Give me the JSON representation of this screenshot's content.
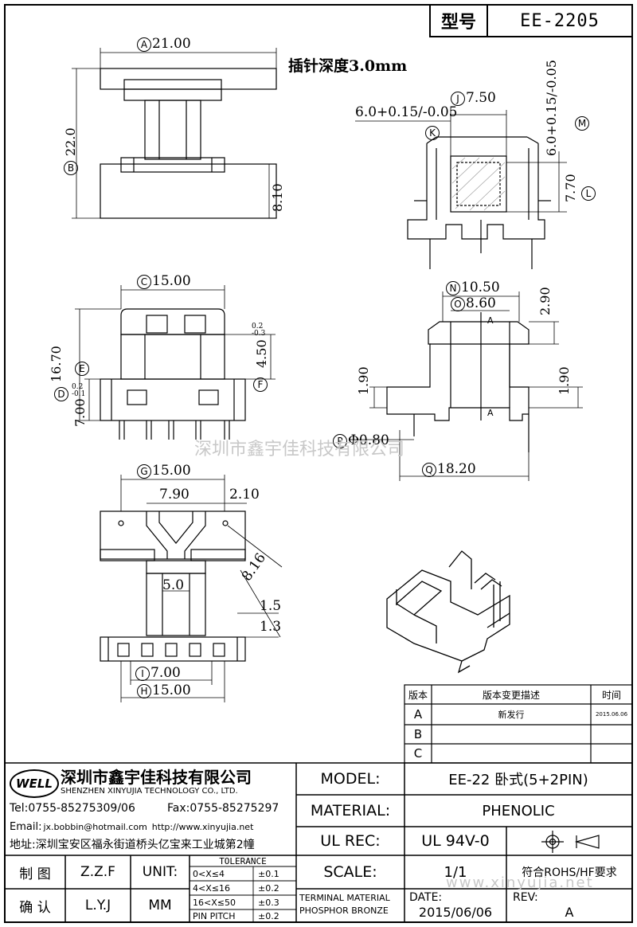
{
  "header": {
    "model_label": "型号",
    "model_value": "EE-2205"
  },
  "note": "插针深度3.0mm",
  "dims": {
    "A": "21.00",
    "B": "22.0",
    "h810": "8.10",
    "J": "7.50",
    "K": "6.0+0.15/-0.05",
    "M": "6.0+0.15/-0.05",
    "L": "7.70",
    "C": "15.00",
    "E": "16.70",
    "D": "7.00",
    "D_tol_up": "0.2",
    "D_tol_dn": "-0.1",
    "F": "4.50",
    "F_tol_up": "0.2",
    "F_tol_dn": "-0.3",
    "N": "10.50",
    "O": "8.60",
    "h290": "2.90",
    "h190a": "1.90",
    "h190b": "1.90",
    "P": "Φ0.80",
    "Q": "18.20",
    "sectionA": "A",
    "G": "15.00",
    "w790": "7.90",
    "w210": "2.10",
    "w816": "8.16",
    "w50": "5.0",
    "w15": "1.5",
    "w13": "1.3",
    "I": "7.00",
    "H": "15.00"
  },
  "circle_letters": {
    "A": "A",
    "B": "B",
    "C": "C",
    "D": "D",
    "E": "E",
    "F": "F",
    "G": "G",
    "H": "H",
    "I": "I",
    "J": "J",
    "K": "K",
    "L": "L",
    "M": "M",
    "N": "N",
    "O": "O",
    "P": "P",
    "Q": "Q"
  },
  "watermark": "深圳市鑫宇佳科技有限公司",
  "watermark2": "www.xinyujia.net",
  "revision_table": {
    "headers": [
      "版本",
      "版本变更描述",
      "时间"
    ],
    "rows": [
      {
        "ver": "A",
        "desc": "新发行",
        "date": "2015.06.06"
      },
      {
        "ver": "B",
        "desc": "",
        "date": ""
      },
      {
        "ver": "C",
        "desc": "",
        "date": ""
      }
    ]
  },
  "company": {
    "logo": "WELL",
    "name_cn": "深圳市鑫宇佳科技有限公司",
    "name_en": "SHENZHEN XINYUJIA TECHNOLOGY CO., LTD.",
    "tel": "Tel:0755-85275309/06",
    "fax": "Fax:0755-85275297",
    "email_label": "Email:",
    "email": "jx.bobbin@hotmail.com",
    "website": "http://www.xinyujia.net",
    "address": "地址:深圳宝安区福永街道桥头亿宝来工业城第2幢"
  },
  "title_block": {
    "model_label": "MODEL:",
    "model_value": "EE-22 卧式(5+2PIN)",
    "material_label": "MATERIAL:",
    "material_value": "PHENOLIC",
    "ulrec_label": "UL REC:",
    "ulrec_value": "UL 94V-0",
    "scale_label": "SCALE:",
    "scale_value": "1/1",
    "rohs": "符合ROHS/HF要求",
    "terminal_l1": "TERMINAL MATERIAL",
    "terminal_l2": "PHOSPHOR BRONZE",
    "date_label": "DATE:",
    "date_value": "2015/06/06",
    "rev_label": "REV:",
    "rev_value": "A",
    "draw_label": "制 图",
    "draw_value": "Z.Z.F",
    "check_label": "确 认",
    "check_value": "L.Y.J",
    "unit_label": "UNIT:",
    "unit_value": "MM"
  },
  "tolerance": {
    "title": "TOLERANCE",
    "rows": [
      {
        "range": "0<X≤4",
        "tol": "±0.1"
      },
      {
        "range": "4<X≤16",
        "tol": "±0.2"
      },
      {
        "range": "16<X≤50",
        "tol": "±0.3"
      },
      {
        "range": "PIN PITCH",
        "tol": "±0.2"
      }
    ]
  }
}
